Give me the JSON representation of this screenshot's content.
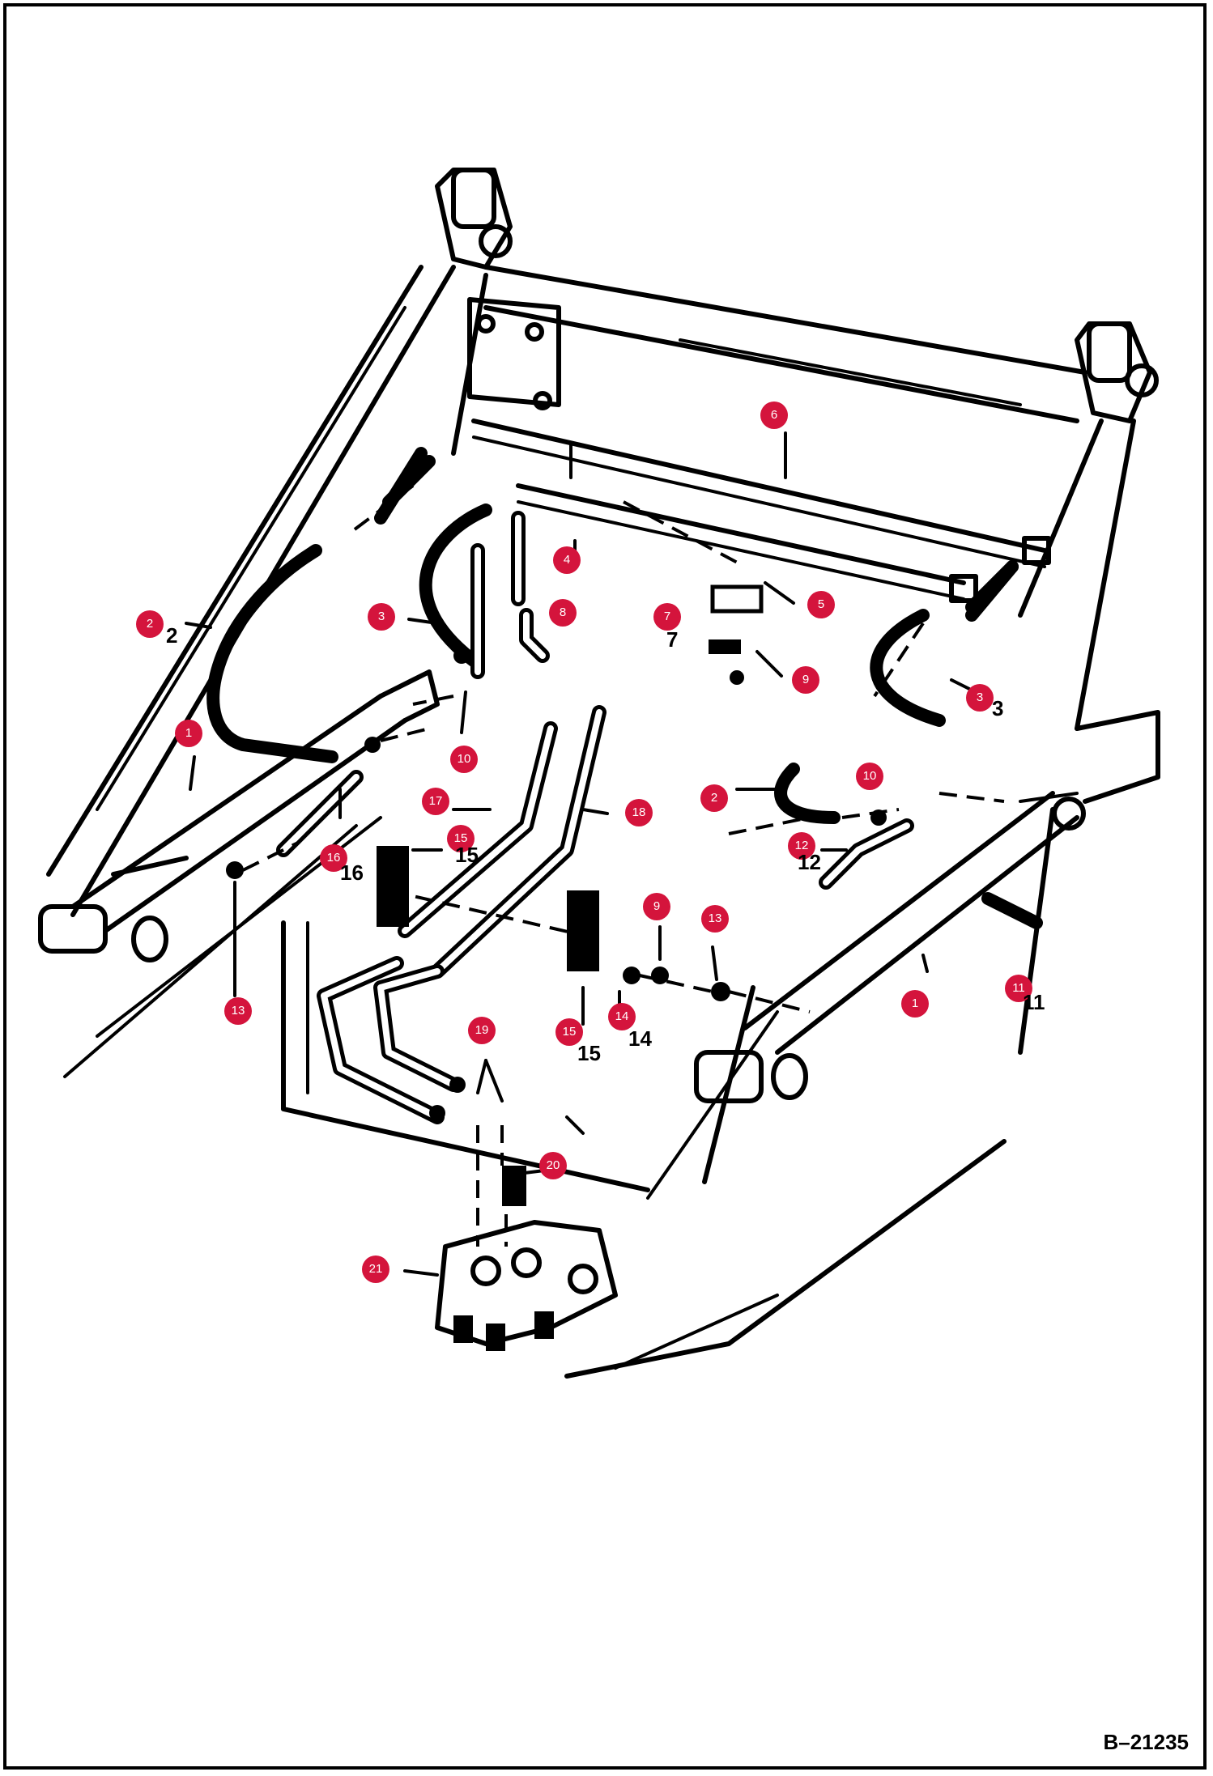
{
  "drawing_number": "B–21235",
  "callouts": [
    {
      "label": "1"
    },
    {
      "label": "1"
    },
    {
      "label": "2"
    },
    {
      "label": "2"
    },
    {
      "label": "3"
    },
    {
      "label": "3"
    },
    {
      "label": "4"
    },
    {
      "label": "5"
    },
    {
      "label": "6"
    },
    {
      "label": "7"
    },
    {
      "label": "8"
    },
    {
      "label": "9"
    },
    {
      "label": "9"
    },
    {
      "label": "10"
    },
    {
      "label": "10"
    },
    {
      "label": "11"
    },
    {
      "label": "12"
    },
    {
      "label": "13"
    },
    {
      "label": "13"
    },
    {
      "label": "14"
    },
    {
      "label": "15"
    },
    {
      "label": "15"
    },
    {
      "label": "16"
    },
    {
      "label": "17"
    },
    {
      "label": "18"
    },
    {
      "label": "19"
    },
    {
      "label": "20"
    },
    {
      "label": "21"
    }
  ],
  "colors": {
    "callout": "#d4143c",
    "ink": "#000000"
  }
}
